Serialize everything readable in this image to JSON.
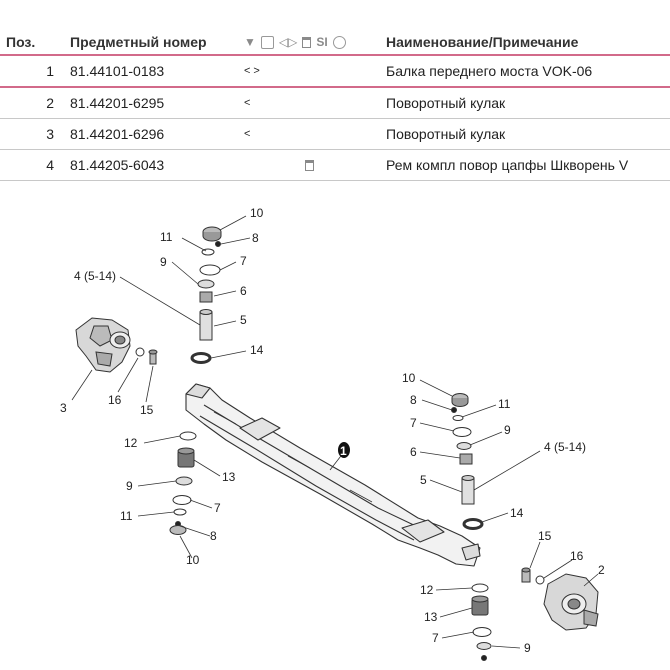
{
  "table": {
    "headers": {
      "pos": "Поз.",
      "number": "Предметный номер",
      "name": "Наименование/Примечание",
      "si": "SI"
    },
    "icons": [
      "filter-icon",
      "image-icon",
      "arrows-icon",
      "can-icon",
      "si-label",
      "info-circle-icon"
    ],
    "rows": [
      {
        "pos": "1",
        "number": "81.44101-0183",
        "flag": "<>",
        "name": "Балка переднего моста  VOK-06"
      },
      {
        "pos": "2",
        "number": "81.44201-6295",
        "flag": "<",
        "name": "Поворотный кулак"
      },
      {
        "pos": "3",
        "number": "81.44201-6296",
        "flag": "<",
        "name": "Поворотный кулак"
      },
      {
        "pos": "4",
        "number": "81.44205-6043",
        "flag": "",
        "name": "Рем компл повор цапфы Шкворень V"
      }
    ]
  },
  "diagram": {
    "callouts": {
      "c1": "1",
      "c2": "2",
      "c3": "3",
      "c4a": "4 (5-14)",
      "c4b": "4 (5-14)",
      "c5": "5",
      "c6": "6",
      "c7": "7",
      "c8": "8",
      "c9": "9",
      "c10": "10",
      "c11": "11",
      "c12": "12",
      "c13": "13",
      "c14": "14",
      "c15": "15",
      "c16": "16"
    }
  }
}
